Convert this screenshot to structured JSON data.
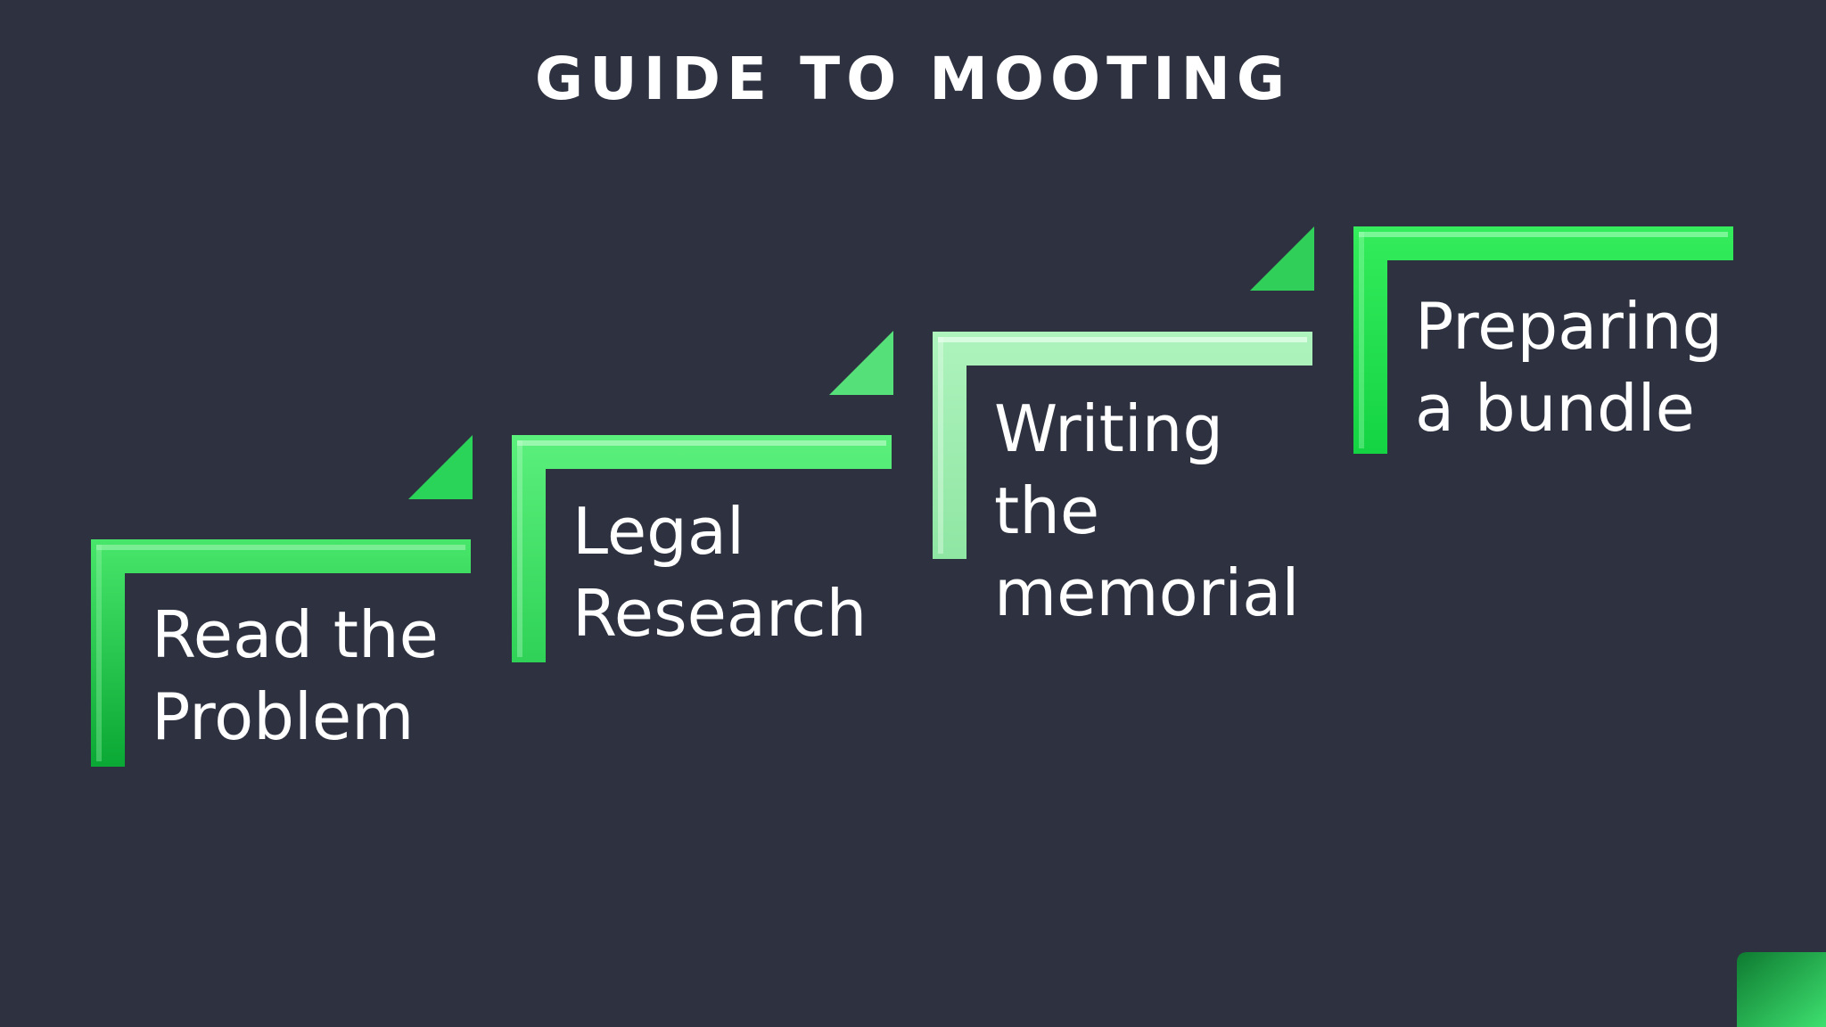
{
  "slide": {
    "title": "GUIDE TO MOOTING",
    "steps": [
      {
        "label": "Read the\nProblem"
      },
      {
        "label": "Legal\nResearch"
      },
      {
        "label": "Writing\nthe\nmemorial"
      },
      {
        "label": "Preparing\na bundle"
      }
    ]
  },
  "colors": {
    "background": "#2e3140",
    "step_green": "#2ee05a",
    "step_green_dark": "#0ea83a",
    "text": "#ffffff"
  }
}
